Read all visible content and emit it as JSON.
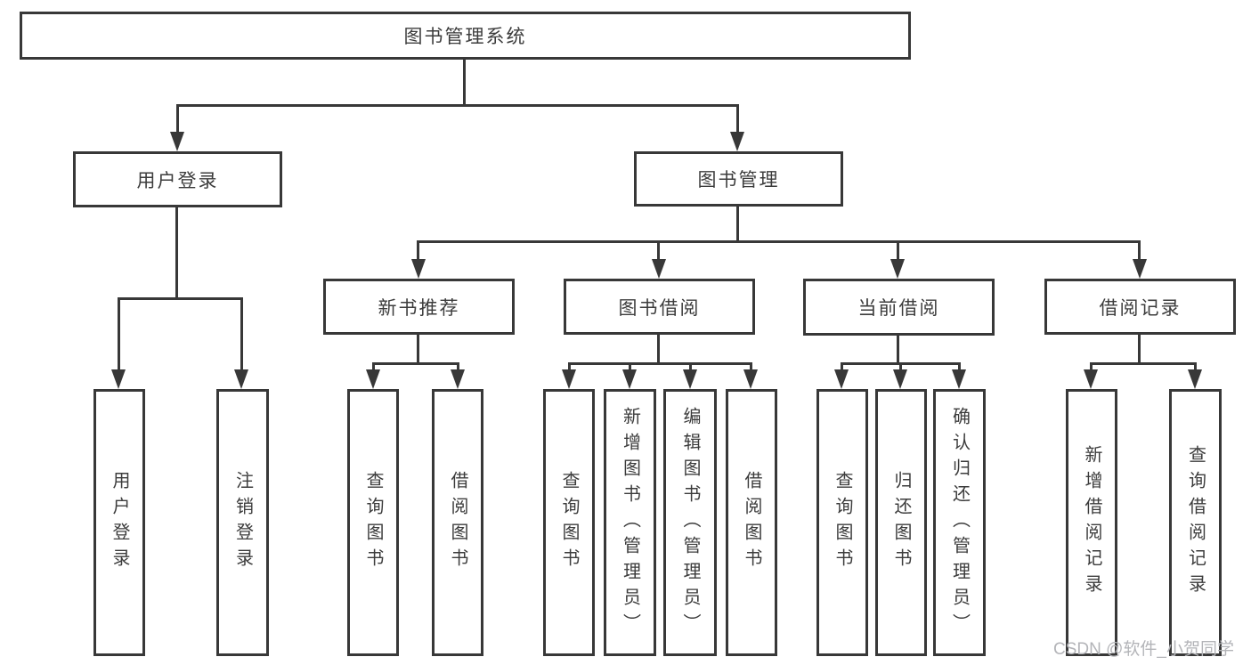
{
  "diagram": {
    "root": "图书管理系统",
    "level2": {
      "user_login": "用户登录",
      "book_mgmt": "图书管理"
    },
    "level3": {
      "new_books": "新书推荐",
      "borrow": "图书借阅",
      "current": "当前借阅",
      "records": "借阅记录"
    },
    "leaves": {
      "user_login": [
        "用户登录",
        "注销登录"
      ],
      "new_books": [
        "查询图书",
        "借阅图书"
      ],
      "borrow": [
        "查询图书",
        "新增图书（管理员）",
        "编辑图书（管理员）",
        "借阅图书"
      ],
      "current": [
        "查询图书",
        "归还图书",
        "确认归还（管理员）"
      ],
      "records": [
        "新增借阅记录",
        "查询借阅记录"
      ]
    }
  },
  "watermark": "CSDN @软件_小贺同学",
  "colors": {
    "line": "#383838",
    "text": "#3c3c3c",
    "watermark": "#b3b4b8",
    "background": "#ffffff"
  }
}
